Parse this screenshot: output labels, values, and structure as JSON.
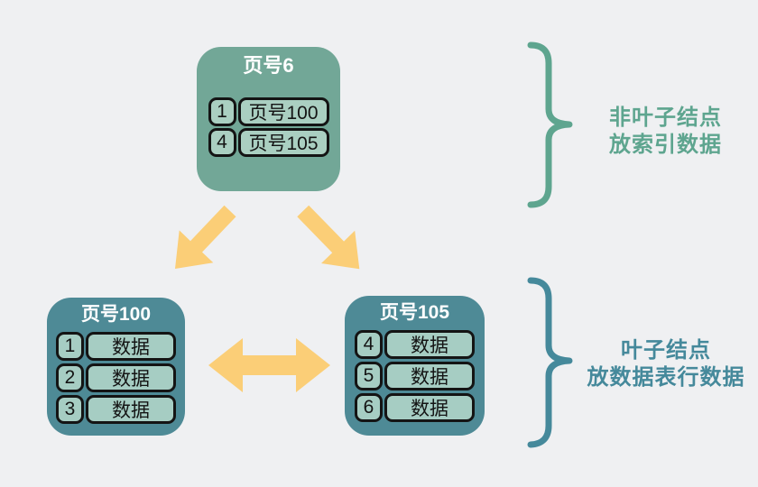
{
  "colors": {
    "bg": "#eff0f2",
    "root-bg": "#72a797",
    "root-cell-bg": "#aacfc1",
    "leaf-bg": "#4e8a96",
    "leaf-cell-bg": "#a6cdc3",
    "cell-border": "#141414",
    "cell-text": "#141414",
    "title-text": "#ffffff",
    "arrow": "#fbce77",
    "brace-top": "#5ea58f",
    "brace-bottom": "#45899b"
  },
  "root_node": {
    "title": "页号6",
    "rows": [
      {
        "key": "1",
        "value": "页号100"
      },
      {
        "key": "4",
        "value": "页号105"
      }
    ]
  },
  "leaf_left": {
    "title": "页号100",
    "rows": [
      {
        "key": "1",
        "value": "数据"
      },
      {
        "key": "2",
        "value": "数据"
      },
      {
        "key": "3",
        "value": "数据"
      }
    ]
  },
  "leaf_right": {
    "title": "页号105",
    "rows": [
      {
        "key": "4",
        "value": "数据"
      },
      {
        "key": "5",
        "value": "数据"
      },
      {
        "key": "6",
        "value": "数据"
      }
    ]
  },
  "annotations": {
    "top": {
      "line1": "非叶子结点",
      "line2": "放索引数据"
    },
    "bottom": {
      "line1": "叶子结点",
      "line2": "放数据表行数据"
    }
  }
}
